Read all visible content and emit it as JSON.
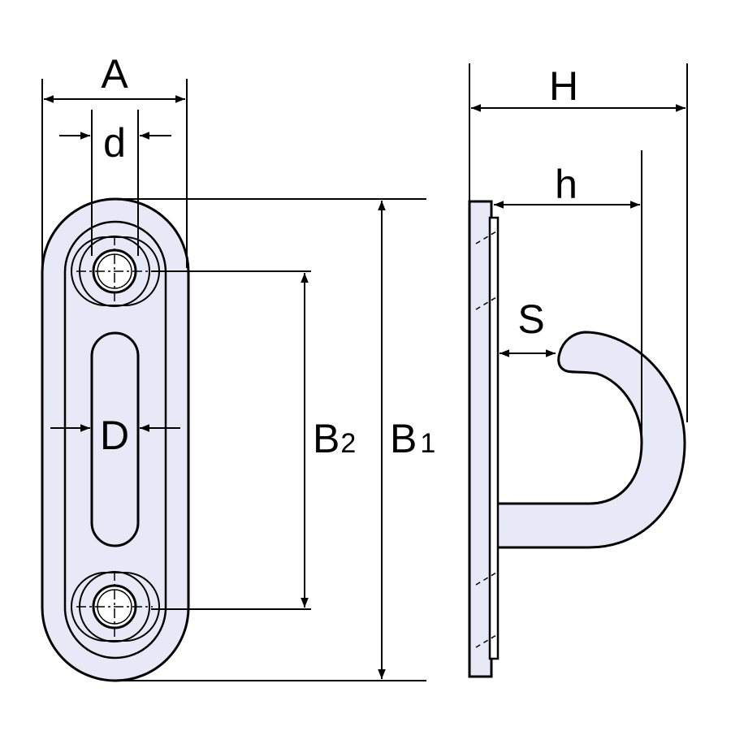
{
  "labels": {
    "A": "A",
    "d": "d",
    "D": "D",
    "B2_main": "B",
    "B2_sub": "2",
    "B1_main": "B",
    "B1_sub": "1",
    "H": "H",
    "h": "h",
    "S": "S"
  },
  "colors": {
    "part_fill": "#e8e8f6",
    "line": "#000000"
  }
}
